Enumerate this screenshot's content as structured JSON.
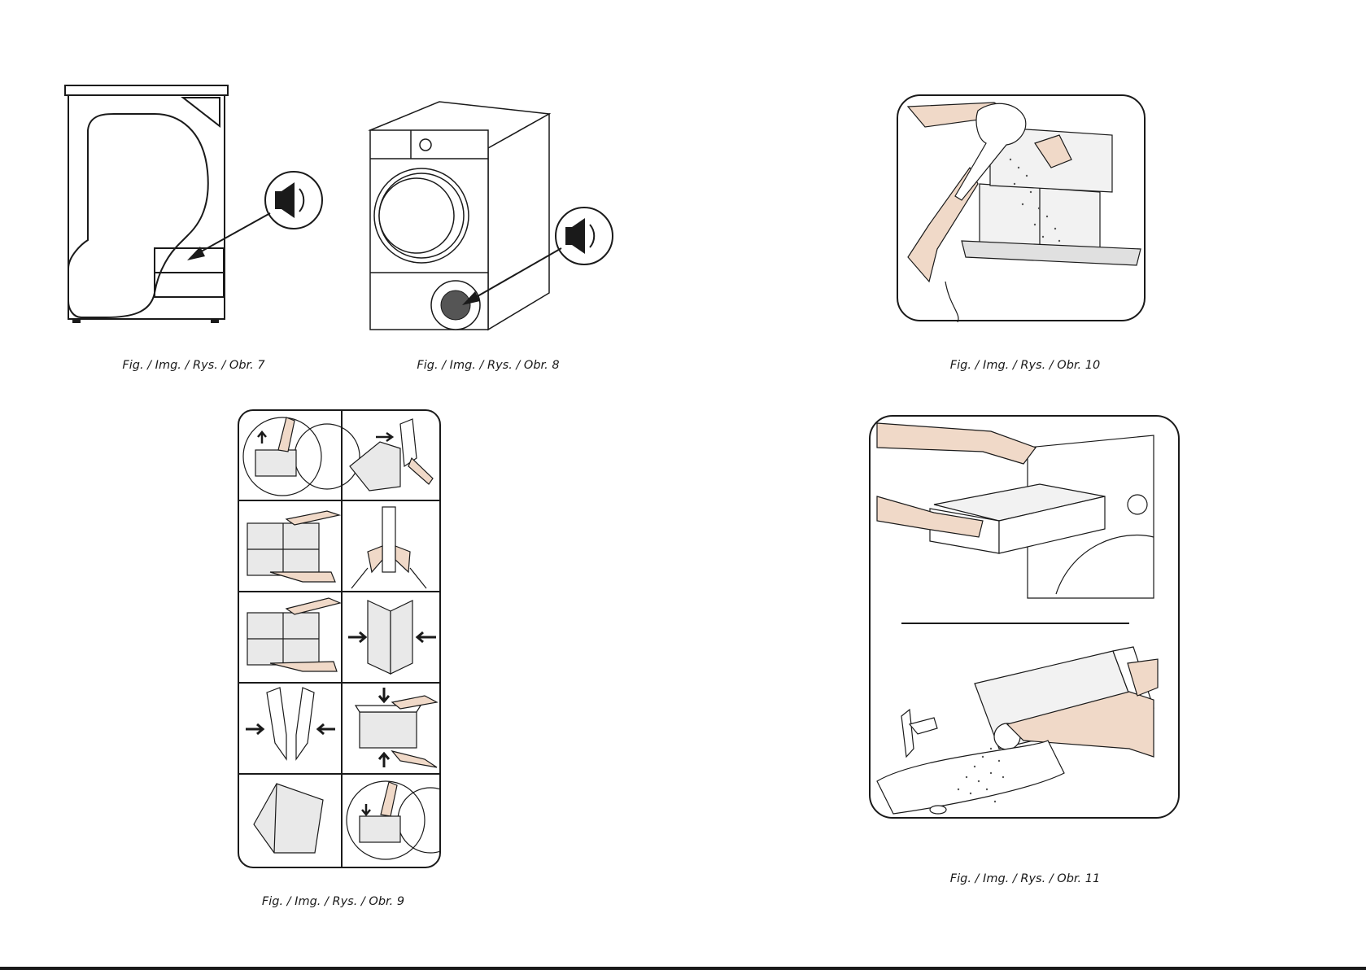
{
  "figures": [
    {
      "id": "fig7",
      "caption": "Fig. / Img. / Rys. / Obr. 7"
    },
    {
      "id": "fig8",
      "caption": "Fig. / Img. / Rys. / Obr. 8"
    },
    {
      "id": "fig9",
      "caption": "Fig. / Img. / Rys. / Obr. 9"
    },
    {
      "id": "fig10",
      "caption": "Fig. / Img. / Rys. / Obr. 10"
    },
    {
      "id": "fig11",
      "caption": "Fig. / Img. / Rys. / Obr. 11"
    }
  ],
  "icons": {
    "speaker": "speaker-icon",
    "arrow": "arrow-icon"
  },
  "colors": {
    "line": "#1a1a1a",
    "skin": "#f0d9c8",
    "panel": "#e9e9e9"
  }
}
